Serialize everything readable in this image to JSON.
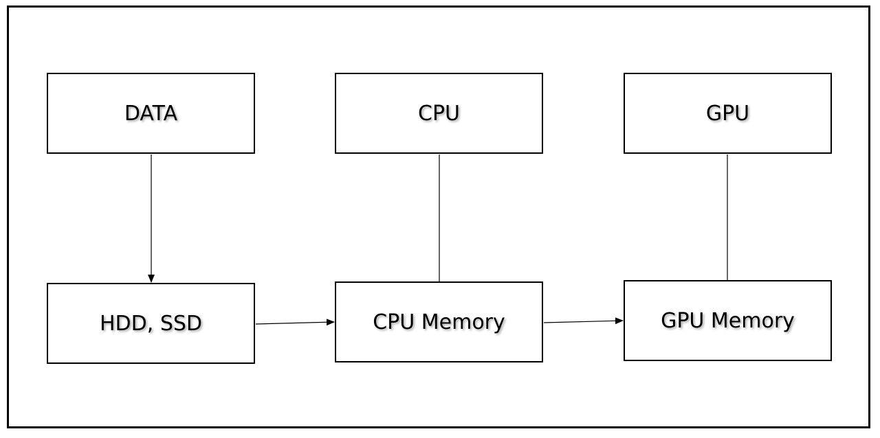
{
  "diagram": {
    "nodes": {
      "data": "DATA",
      "cpu": "CPU",
      "gpu": "GPU",
      "storage": "HDD, SSD",
      "cpu_memory": "CPU Memory",
      "gpu_memory": "GPU Memory"
    },
    "edges": [
      {
        "from": "DATA",
        "to": "HDD, SSD",
        "arrow": true
      },
      {
        "from": "HDD, SSD",
        "to": "CPU Memory",
        "arrow": true
      },
      {
        "from": "CPU Memory",
        "to": "GPU Memory",
        "arrow": true
      },
      {
        "from": "CPU",
        "to": "CPU Memory",
        "arrow": false
      },
      {
        "from": "GPU",
        "to": "GPU Memory",
        "arrow": false
      }
    ],
    "colors": {
      "stroke": "#000000",
      "background": "#ffffff"
    }
  }
}
